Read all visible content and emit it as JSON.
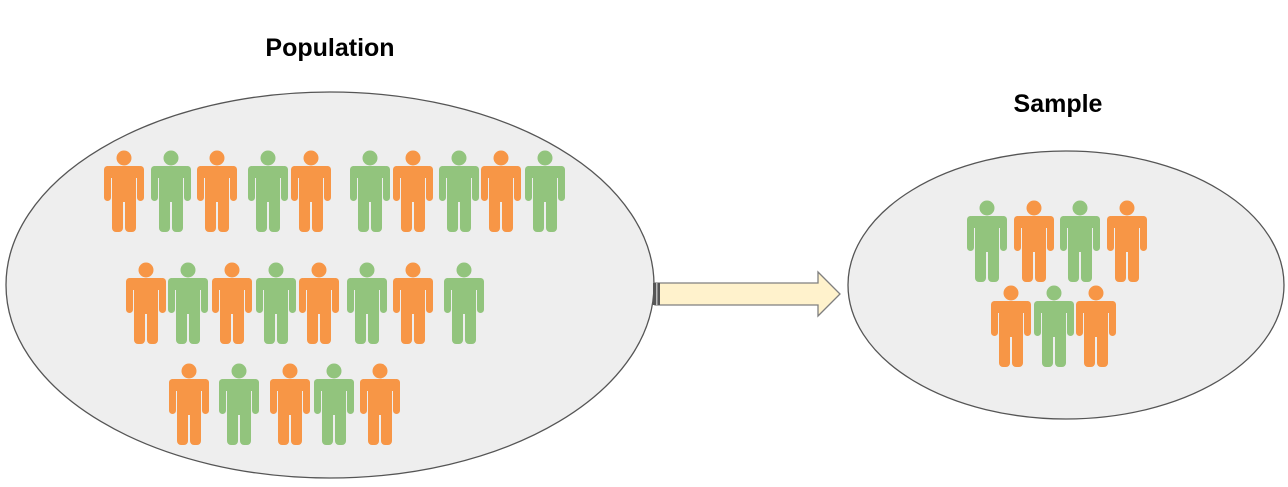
{
  "population": {
    "title": "Population",
    "rows": [
      [
        "orange",
        "green",
        "orange",
        "green",
        "orange",
        "green",
        "orange",
        "green",
        "orange",
        "green"
      ],
      [
        "orange",
        "green",
        "orange",
        "green",
        "orange",
        "green",
        "orange",
        "green"
      ],
      [
        "orange",
        "green",
        "orange",
        "green",
        "orange"
      ]
    ]
  },
  "sample": {
    "title": "Sample",
    "rows": [
      [
        "green",
        "orange",
        "green",
        "orange"
      ],
      [
        "orange",
        "green",
        "orange"
      ]
    ]
  },
  "colors": {
    "orange": "#f79646",
    "green": "#92c47d",
    "ellipse_fill": "#eeeeee",
    "ellipse_stroke": "#555555",
    "arrow_fill": "#fff2cc",
    "arrow_stroke": "#7f7f7f"
  }
}
